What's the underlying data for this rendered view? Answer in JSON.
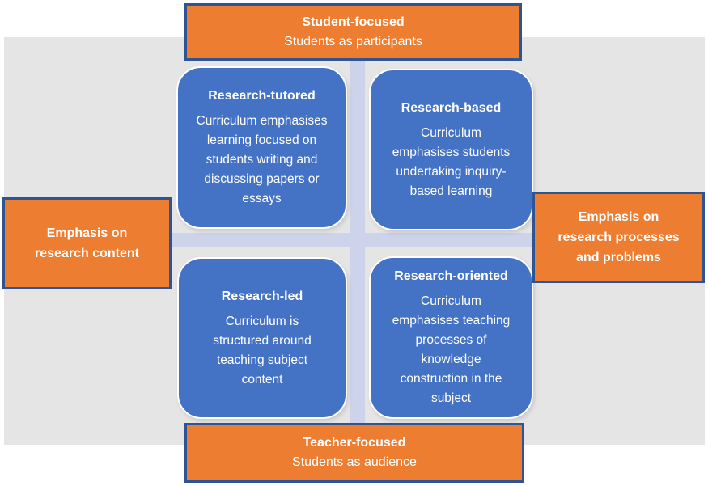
{
  "diagram": {
    "colors": {
      "orange_fill": "#ED7D31",
      "blue_fill": "#4472C4",
      "border_navy": "#2E5593",
      "background_gray": "#E6E5E5",
      "axis_band": "#CCD3EA"
    },
    "top_axis": {
      "title": "Student-focused",
      "subtitle": "Students as participants"
    },
    "bottom_axis": {
      "title": "Teacher-focused",
      "subtitle": "Students as audience"
    },
    "left_axis": {
      "label": "Emphasis on research content"
    },
    "right_axis": {
      "label": "Emphasis on research processes and problems"
    },
    "quadrants": [
      {
        "id": "research-tutored",
        "title": "Research-tutored",
        "description": "Curriculum emphasises learning focused on students writing and discussing papers or essays"
      },
      {
        "id": "research-based",
        "title": "Research-based",
        "description": "Curriculum emphasises students undertaking inquiry-based learning"
      },
      {
        "id": "research-led",
        "title": "Research-led",
        "description": "Curriculum is structured around teaching subject content"
      },
      {
        "id": "research-oriented",
        "title": "Research-oriented",
        "description": "Curriculum emphasises teaching processes of knowledge construction in the subject"
      }
    ]
  }
}
